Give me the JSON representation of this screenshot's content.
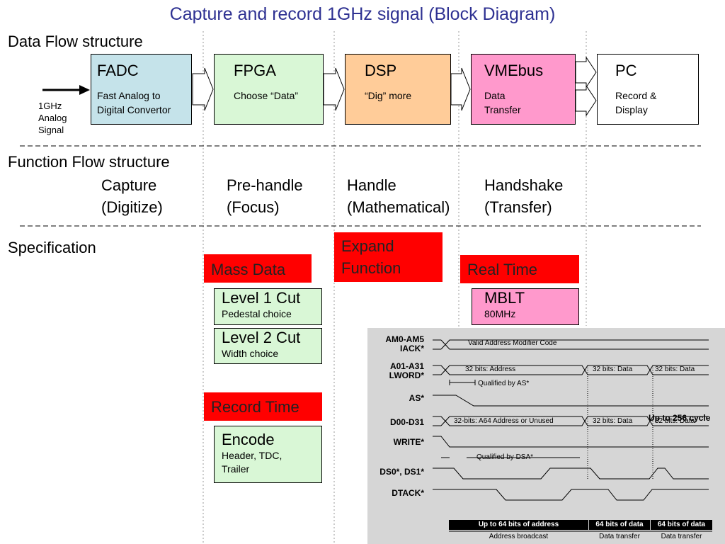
{
  "title": "Capture and record 1GHz signal (Block Diagram)",
  "sections": {
    "data_flow": "Data Flow structure",
    "function_flow": "Function Flow structure",
    "specification": "Specification"
  },
  "input_signal": "1GHz Analog Signal",
  "blocks": [
    {
      "name": "FADC",
      "desc": "Fast Analog to Digital Convertor",
      "color": "#c5e3ea"
    },
    {
      "name": "FPGA",
      "desc": "Choose “Data”",
      "color": "#d9f7d6"
    },
    {
      "name": "DSP",
      "desc": "“Dig” more",
      "color": "#ffcc99"
    },
    {
      "name": "VMEbus",
      "desc": "Data Transfer",
      "color": "#ff99cc"
    },
    {
      "name": "PC",
      "desc": "Record & Display",
      "color": "#ffffff"
    }
  ],
  "functions": [
    {
      "line1": "Capture",
      "line2": "(Digitize)"
    },
    {
      "line1": "Pre-handle",
      "line2": "(Focus)"
    },
    {
      "line1": "Handle",
      "line2": "(Mathematical)"
    },
    {
      "line1": "Handshake",
      "line2": "(Transfer)"
    }
  ],
  "spec": {
    "mass_data": "Mass Data",
    "expand_function": "Expand Function",
    "real_time": "Real Time",
    "record_time": "Record Time",
    "level1": {
      "title": "Level 1 Cut",
      "sub": "Pedestal choice"
    },
    "level2": {
      "title": "Level 2 Cut",
      "sub": "Width choice"
    },
    "encode": {
      "title": "Encode",
      "sub": "Header, TDC, Trailer"
    },
    "mblt": {
      "title": "MBLT",
      "sub": "80MHz"
    }
  },
  "timing": {
    "signals": [
      "AM0-AM5 IACK*",
      "A01-A31 LWORD*",
      "AS*",
      "D00-D31",
      "WRITE*",
      "DS0*, DS1*",
      "DTACK*"
    ],
    "am_label": "Valid Address Modifier Code",
    "a_address": "32 bits: Address",
    "a_data1": "32 bits: Data",
    "a_data2": "32 bits: Data",
    "qualified_as": "Qualified by AS*",
    "d_address": "32-bits: A64 Address or Unused",
    "d_data1": "32 bits: Data",
    "d_data2": "32 bits: Data",
    "up_to_cycle": "Up to 256 cycle",
    "qualified_dsa": "Qualified by DSA*",
    "bottom_headers": [
      "Up to 64 bits of address",
      "64 bits of data",
      "64 bits of data"
    ],
    "bottom_labels": [
      "Address broadcast",
      "Data transfer",
      "Data transfer"
    ]
  }
}
